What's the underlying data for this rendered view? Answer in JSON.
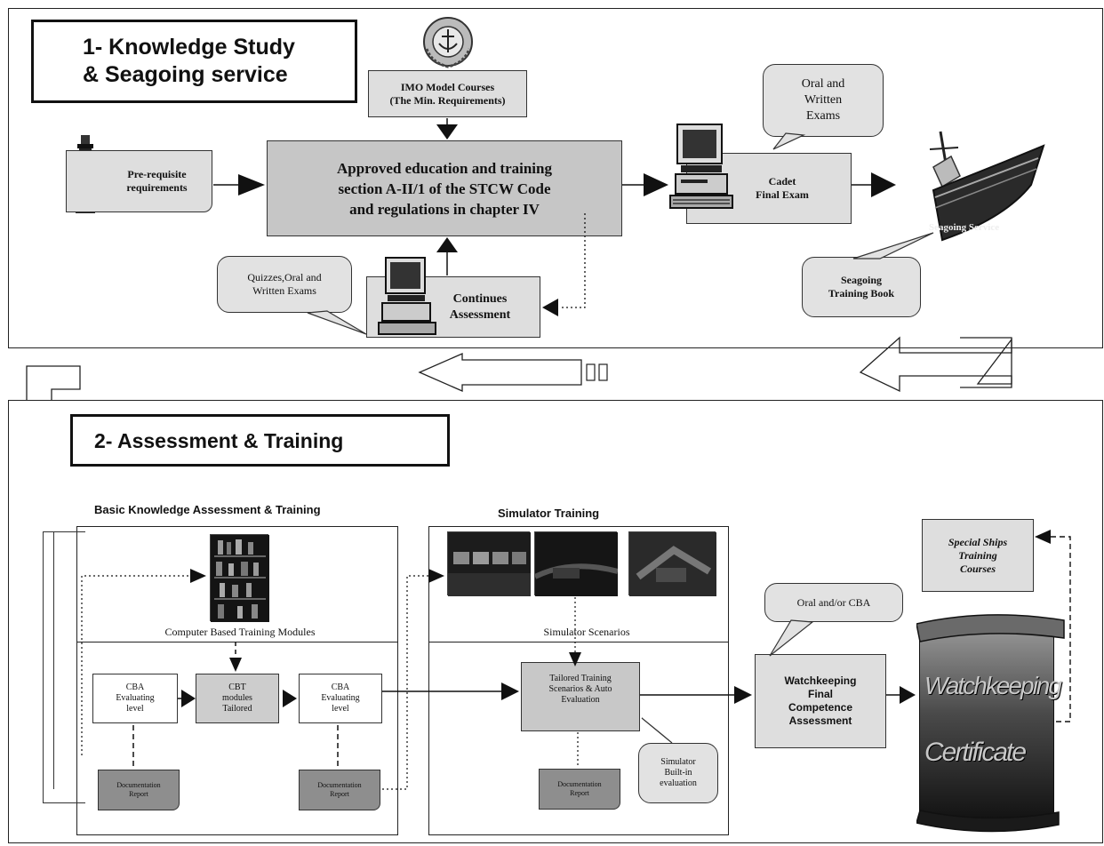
{
  "section1": {
    "title_line1": "1- Knowledge Study",
    "title_line2": "& Seagoing service",
    "imo_line1": "IMO Model Courses",
    "imo_line2": "(The Min. Requirements)",
    "prereq_line1": "Pre-requisite",
    "prereq_line2": "requirements",
    "main_line1": "Approved education and training",
    "main_line2": "section A-II/1 of the STCW Code",
    "main_line3": "and regulations in chapter IV",
    "exam_callout_line1": "Oral and",
    "exam_callout_line2": "Written",
    "exam_callout_line3": "Exams",
    "cadet_line1": "Cadet",
    "cadet_line2": "Final Exam",
    "seagoing_service": "Seagoing Service",
    "book_line1": "Seagoing",
    "book_line2": "Training Book",
    "quiz_line1": "Quizzes,Oral and",
    "quiz_line2": "Written Exams",
    "continues_line1": "Continues",
    "continues_line2": "Assessment"
  },
  "section2": {
    "title": "2- Assessment & Training",
    "basic_heading": "Basic Knowledge Assessment & Training",
    "sim_heading": "Simulator Training",
    "cbt_modules": "Computer Based Training Modules",
    "sim_scenarios": "Simulator Scenarios",
    "cba1_line1": "CBA",
    "cba1_line2": "Evaluating",
    "cba1_line3": "level",
    "cbt_line1": "CBT",
    "cbt_line2": "modules",
    "cbt_line3": "Tailored",
    "cba2_line1": "CBA",
    "cba2_line2": "Evaluating",
    "cba2_line3": "level",
    "doc_line1": "Documentation",
    "doc_line2": "Report",
    "tailored_line1": "Tailored Training",
    "tailored_line2": "Scenarios & Auto",
    "tailored_line3": "Evaluation",
    "sim_eval_line1": "Simulator",
    "sim_eval_line2": "Built-in",
    "sim_eval_line3": "evaluation",
    "oral_cba": "Oral and/or CBA",
    "wk_line1": "Watchkeeping",
    "wk_line2": "Final",
    "wk_line3": "Competence",
    "wk_line4": "Assessment",
    "special_line1": "Special Ships",
    "special_line2": "Training",
    "special_line3": "Courses",
    "cert_line1": "Watchkeeping",
    "cert_line2": "Certificate"
  }
}
